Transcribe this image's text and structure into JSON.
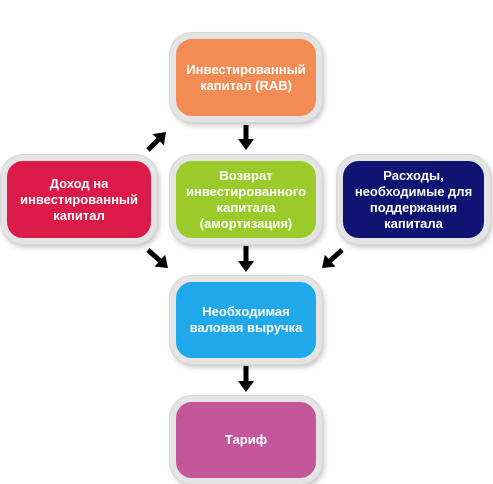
{
  "nodes": {
    "rab": {
      "label": "Инвестированный\nкапитал (RAB)",
      "color": "#f28b54"
    },
    "ret": {
      "label": "Возврат\nинвестированного\nкапитала\n(амортизация)",
      "color": "#9acb2a"
    },
    "income": {
      "label": "Доход на\nинвестированный\nкапитал",
      "color": "#dc1a48"
    },
    "costs": {
      "label": "Расходы,\nнеобходимые для\nподдержания\nкапитала",
      "color": "#0f1472"
    },
    "rev": {
      "label": "Необходимая\nваловая выручка",
      "color": "#1fa8ea"
    },
    "tariff": {
      "label": "Тариф",
      "color": "#c4579a"
    }
  },
  "edges": [
    {
      "from": "income",
      "to": "rab"
    },
    {
      "from": "rab",
      "to": "ret"
    },
    {
      "from": "income",
      "to": "rev"
    },
    {
      "from": "ret",
      "to": "rev"
    },
    {
      "from": "costs",
      "to": "rev"
    },
    {
      "from": "rev",
      "to": "tariff"
    }
  ],
  "arrow_color": "#000000"
}
